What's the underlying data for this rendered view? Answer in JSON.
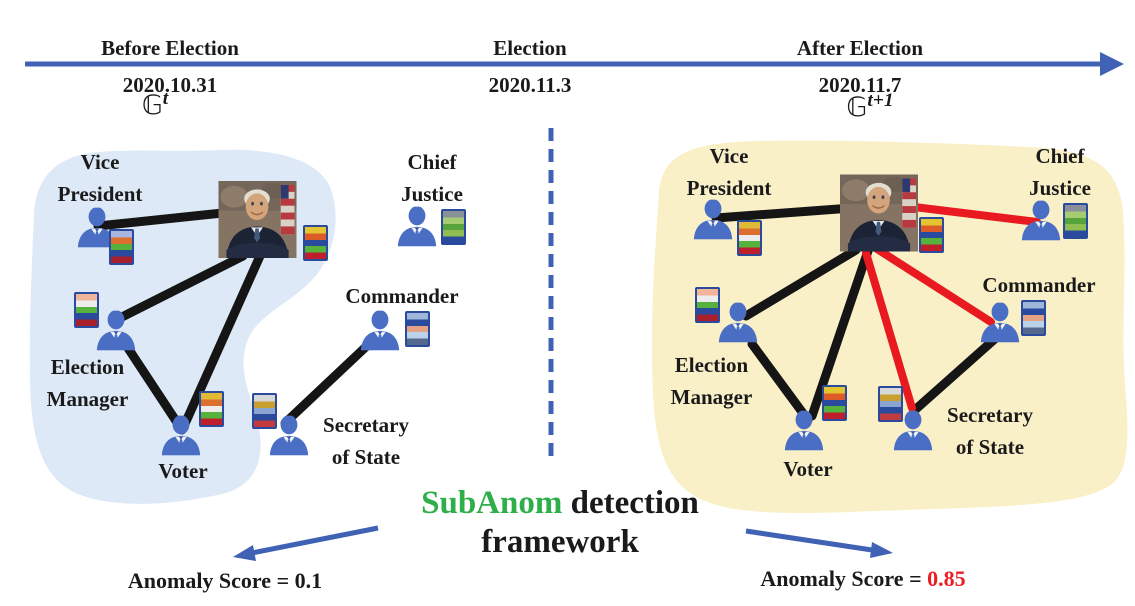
{
  "figure": {
    "title_highlight": "SubAnom",
    "title_rest": " detection",
    "title_line2": "framework"
  },
  "colors": {
    "timeline_blue": "#3F62B5",
    "edge_normal": "#151515",
    "edge_anomalous": "#E8191F",
    "person_blue": "#4B6EC5",
    "region_before": "#DDE9F6",
    "region_after": "#FAF0C8",
    "highlight_green": "#2EAF4A",
    "score_red": "#ED1C24"
  },
  "timeline": {
    "phases": [
      {
        "label": "Before Election",
        "date": "2020.10.31"
      },
      {
        "label": "Election",
        "date": "2020.11.3"
      },
      {
        "label": "After Election",
        "date": "2020.11.7"
      }
    ]
  },
  "graph_left": {
    "symbol": "𝔾",
    "sup": "t",
    "nodes": {
      "vice_president": "Vice President",
      "chief_justice": "Chief Justice",
      "commander": "Commander",
      "election_manager": "Election Manager",
      "voter": "Voter",
      "secretary_of_state": "Secretary of State"
    },
    "score_label": "Anomaly Score = ",
    "score_value": "0.1"
  },
  "graph_right": {
    "symbol": "𝔾",
    "sup": "t+1",
    "nodes": {
      "vice_president": "Vice President",
      "chief_justice": "Chief Justice",
      "commander": "Commander",
      "election_manager": "Election Manager",
      "voter": "Voter",
      "secretary_of_state": "Secretary of State"
    },
    "score_label": "Anomaly Score = ",
    "score_value": "0.85"
  },
  "icons": {
    "person": "person-silhouette",
    "feature_vector": "stacked-colored-bars",
    "center_node": "biden-portrait-photo",
    "timeline": "right-arrow",
    "divider": "dashed-vertical-line"
  }
}
